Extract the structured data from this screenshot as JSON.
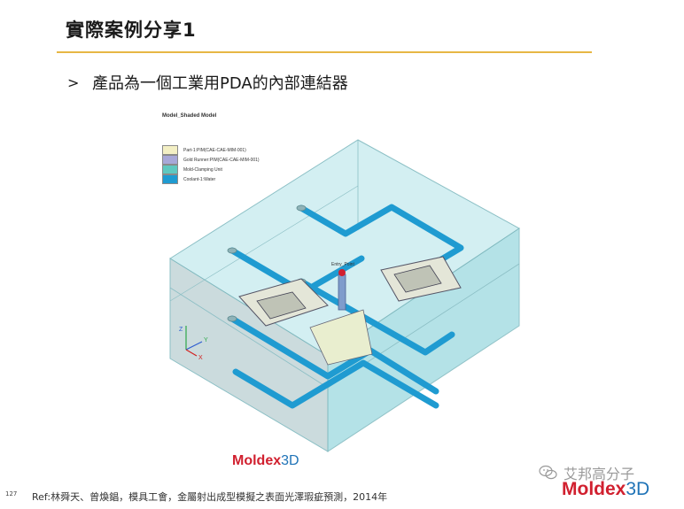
{
  "slide": {
    "title": "實際案例分享1",
    "bullet_marker": ">",
    "bullet_text": "產品為一個工業用PDA的內部連結器",
    "page_number": "127",
    "reference": "Ref:林舜天、曾煥錩，模具工會，金屬射出成型模擬之表面光澤瑕疵預測，2014年"
  },
  "figure": {
    "model_title": "Model_Shaded Model",
    "legend": [
      {
        "label": "Part-1:PIM(CAE-CAE-MIM-001)",
        "color": "#f3efc4"
      },
      {
        "label": "Gold Runner:PIM(CAE-CAE-MIM-001)",
        "color": "#a8a8d8"
      },
      {
        "label": "Mold-Clamping Unit",
        "color": "#5fc8c0"
      },
      {
        "label": "Coolant-1:Water",
        "color": "#1f9bd1"
      }
    ],
    "gate_label": "Entry_Point",
    "axis_labels": {
      "x": "X",
      "y": "Y",
      "z": "Z"
    }
  },
  "logos": {
    "primary": "Moldex",
    "suffix": "3D"
  },
  "watermark": {
    "text": "艾邦高分子"
  },
  "colors": {
    "accent_rule": "#e7b744",
    "mold_fill": "#bfe6ea",
    "coolant": "#1f9bd1",
    "logo_red": "#d1202f",
    "logo_blue": "#1f73b7"
  }
}
